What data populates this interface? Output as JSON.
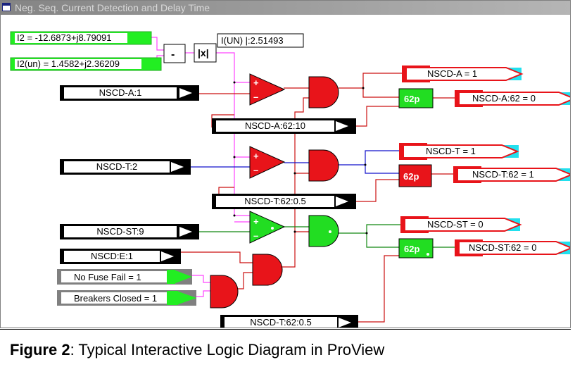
{
  "window": {
    "title": "Neg. Seq. Current Detection and Delay Time"
  },
  "inputs": {
    "i2": "I2 = -12.6873+j8.79091",
    "i2un": "I2(un) = 1.4582+j2.36209",
    "nscd_a": "NSCD-A:1",
    "nscd_t": "NSCD-T:2",
    "nscd_st": "NSCD-ST:9",
    "nscd_e": "NSCD:E:1",
    "no_fuse_fail": "No Fuse Fail = 1",
    "breakers_closed": "Breakers Closed = 1"
  },
  "blocks": {
    "subtract": "-",
    "abs": "|x|",
    "abs_readout": "I(UN) |:2.51493",
    "comparator_plus": "+",
    "comparator_minus": "–",
    "timer": "62p"
  },
  "settings": {
    "a_delay": "NSCD-A:62:10",
    "t_delay": "NSCD-T:62:0.5",
    "t_delay_bottom": "NSCD-T:62:0.5"
  },
  "outputs": {
    "nscd_a": "NSCD-A = 1",
    "nscd_a_62": "NSCD-A:62 = 0",
    "nscd_t": "NSCD-T = 1",
    "nscd_t_62": "NSCD-T:62 = 1",
    "nscd_st": "NSCD-ST = 0",
    "nscd_st_62": "NSCD-ST:62 = 0"
  },
  "caption": {
    "label": "Figure 2",
    "text": ": Typical Interactive Logic Diagram in ProView"
  },
  "colors": {
    "active": "#e8141a",
    "inactive": "#22dd22",
    "input_accent": "#22ee22",
    "output_accent": "#22e0ee",
    "wire_signal": "#ff44ff",
    "wire_true": "#cc1111",
    "wire_false": "#118811",
    "wire_analog": "#1111cc"
  }
}
